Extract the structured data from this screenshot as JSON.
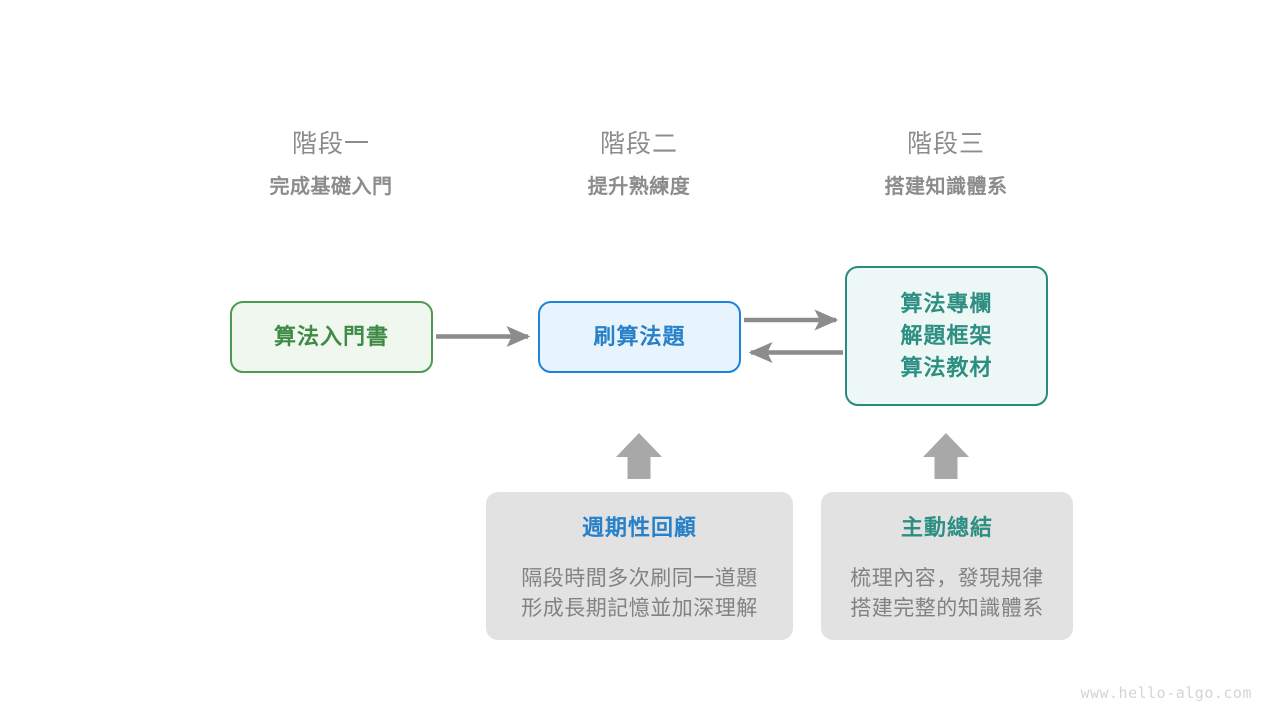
{
  "watermark": "www.hello-algo.com",
  "colors": {
    "green": "#3f8b45",
    "green_border": "#4e9a51",
    "green_fill": "#eff7ee",
    "blue": "#2780c8",
    "blue_border": "#1c84dd",
    "blue_fill": "#e8f4fd",
    "teal": "#2d8e82",
    "teal_border": "#278b80",
    "teal_fill": "#edf7f5",
    "gray_text": "#8c8c8c",
    "gray_body": "#828282",
    "gray_fill": "#e2e2e2",
    "arrow": "#8c8c8c",
    "watermark": "#d4d4d4"
  },
  "stages": [
    {
      "name": "階段一",
      "subtitle": "完成基礎入門"
    },
    {
      "name": "階段二",
      "subtitle": "提升熟練度"
    },
    {
      "name": "階段三",
      "subtitle": "搭建知識體系"
    }
  ],
  "boxes": {
    "intro_book": {
      "label": "算法入門書"
    },
    "practice": {
      "label": "刷算法題"
    },
    "resources": {
      "lines": [
        "算法專欄",
        "解題框架",
        "算法教材"
      ]
    }
  },
  "notes": [
    {
      "title": "週期性回顧",
      "body_lines": [
        "隔段時間多次刷同一道題",
        "形成長期記憶並加深理解"
      ]
    },
    {
      "title": "主動總結",
      "body_lines": [
        "梳理內容，發現規律",
        "搭建完整的知識體系"
      ]
    }
  ],
  "arrows": [
    {
      "name": "intro-book-to-practice",
      "direction": "right"
    },
    {
      "name": "practice-to-resources",
      "direction": "right"
    },
    {
      "name": "resources-to-practice",
      "direction": "left"
    },
    {
      "name": "review-to-practice",
      "direction": "up"
    },
    {
      "name": "summary-to-resources",
      "direction": "up"
    }
  ]
}
